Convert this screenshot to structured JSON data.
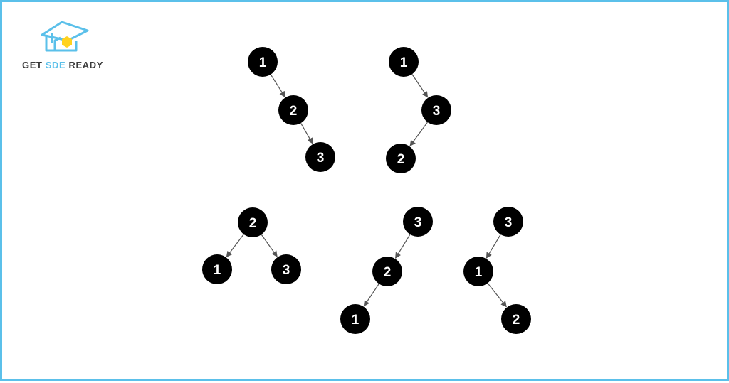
{
  "brand": {
    "word_get": "GET",
    "word_sde": "SDE",
    "word_ready": "READY",
    "colors": {
      "accent": "#5bc0ea",
      "text": "#3b3b3b",
      "highlight": "#ffd21f",
      "border": "#5bc0ea"
    },
    "icon": "house-graduation-cap-icon"
  },
  "diagram": {
    "node_color": "#000000",
    "label_color": "#ffffff",
    "trees": [
      {
        "id": "tree-1",
        "nodes": [
          {
            "id": "t1-n1",
            "label": "1"
          },
          {
            "id": "t1-n2",
            "label": "2"
          },
          {
            "id": "t1-n3",
            "label": "3"
          }
        ],
        "edges": [
          [
            "t1-n1",
            "t1-n2"
          ],
          [
            "t1-n2",
            "t1-n3"
          ]
        ]
      },
      {
        "id": "tree-2",
        "nodes": [
          {
            "id": "t2-n1",
            "label": "1"
          },
          {
            "id": "t2-n3",
            "label": "3"
          },
          {
            "id": "t2-n2",
            "label": "2"
          }
        ],
        "edges": [
          [
            "t2-n1",
            "t2-n3"
          ],
          [
            "t2-n3",
            "t2-n2"
          ]
        ]
      },
      {
        "id": "tree-3",
        "nodes": [
          {
            "id": "t3-n2",
            "label": "2"
          },
          {
            "id": "t3-n1",
            "label": "1"
          },
          {
            "id": "t3-n3",
            "label": "3"
          }
        ],
        "edges": [
          [
            "t3-n2",
            "t3-n1"
          ],
          [
            "t3-n2",
            "t3-n3"
          ]
        ]
      },
      {
        "id": "tree-4",
        "nodes": [
          {
            "id": "t4-n3",
            "label": "3"
          },
          {
            "id": "t4-n2",
            "label": "2"
          },
          {
            "id": "t4-n1",
            "label": "1"
          }
        ],
        "edges": [
          [
            "t4-n3",
            "t4-n2"
          ],
          [
            "t4-n2",
            "t4-n1"
          ]
        ]
      },
      {
        "id": "tree-5",
        "nodes": [
          {
            "id": "t5-n3",
            "label": "3"
          },
          {
            "id": "t5-n1",
            "label": "1"
          },
          {
            "id": "t5-n2",
            "label": "2"
          }
        ],
        "edges": [
          [
            "t5-n3",
            "t5-n1"
          ],
          [
            "t5-n1",
            "t5-n2"
          ]
        ]
      }
    ]
  }
}
